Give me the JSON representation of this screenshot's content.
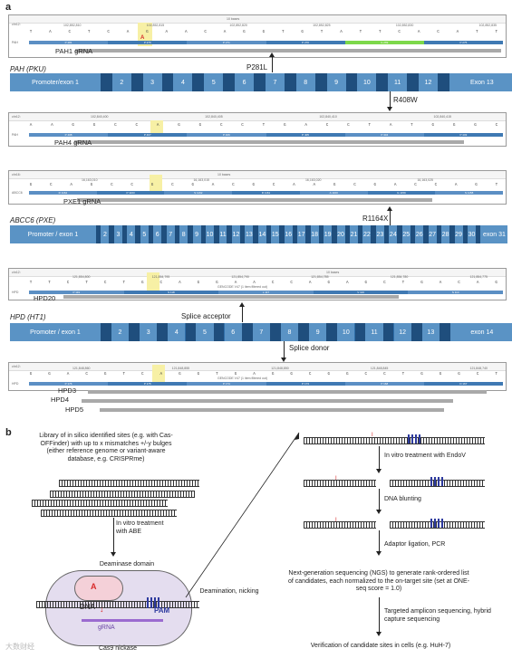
{
  "panel_a": {
    "letter": "a",
    "pah": {
      "gene_name": "PAH (PKU)",
      "exons": [
        "Promoter/exon 1",
        "2",
        "3",
        "4",
        "5",
        "6",
        "7",
        "8",
        "9",
        "10",
        "11",
        "12",
        "Exon 13"
      ],
      "mutation_top": "P281L",
      "mutation_bottom": "R408W",
      "browser1": {
        "chr": "chr12:",
        "sequence": [
          "T",
          "A",
          "C",
          "T",
          "C",
          "A",
          "G",
          "A",
          "A",
          "C",
          "A",
          "G",
          "G",
          "T",
          "G",
          "T",
          "A",
          "T",
          "T",
          "C",
          "A",
          "C",
          "A",
          "T",
          "T"
        ],
        "variant_letter": "A",
        "ticks": [
          "102,852,810",
          "102,852,815",
          "102,852,820",
          "102,852,825",
          "102,852,830",
          "102,852,835"
        ],
        "scale": "10 bases",
        "track": "PAH",
        "codons": [
          "P 281",
          "P 276",
          "P 271",
          "P 270",
          "G 269",
          "P 275"
        ]
      },
      "browser2": {
        "chr": "chr12:",
        "sequence": [
          "A",
          "A",
          "G",
          "G",
          "C",
          "C",
          "A",
          "G",
          "G",
          "C",
          "C",
          "T",
          "G",
          "A",
          "C",
          "C",
          "T",
          "A",
          "T",
          "G",
          "G",
          "G",
          "C"
        ],
        "ticks": [
          "102,840,400",
          "102,840,405",
          "102,840,410",
          "102,840,415"
        ],
        "track": "PAH",
        "codons": [
          "P 408",
          "P 407",
          "P 406",
          "P 405",
          "P 404",
          "P 403"
        ]
      },
      "grna1": "PAH1 gRNA",
      "grna2": "PAH4 gRNA"
    },
    "abcc6": {
      "gene_name": "ABCC6 (PXE)",
      "exons": [
        "Promoter / exon 1",
        "2",
        "3",
        "4",
        "5",
        "6",
        "7",
        "8",
        "9",
        "10",
        "11",
        "12",
        "13",
        "14",
        "15",
        "16",
        "17",
        "18",
        "19",
        "20",
        "21",
        "22",
        "23",
        "24",
        "25",
        "26",
        "27",
        "28",
        "29",
        "30",
        "exon 31"
      ],
      "mutation": "R1164X",
      "browser": {
        "chr": "chr16:",
        "sequence": [
          "G",
          "C",
          "A",
          "G",
          "C",
          "C",
          "G",
          "C",
          "G",
          "A",
          "C",
          "G",
          "C",
          "A",
          "A",
          "G",
          "C",
          "G",
          "A",
          "C",
          "C",
          "A",
          "G",
          "T"
        ],
        "ticks": [
          "16,163,010",
          "16,163,015",
          "16,163,020",
          "16,163,025"
        ],
        "scale": "10 bases",
        "track": "ABCC6",
        "codons": [
          "R 1164",
          "P 1163",
          "S 1162",
          "R 1161",
          "A 1160",
          "G 1159",
          "S 1158"
        ]
      },
      "grna": "PXE1 gRNA"
    },
    "hpd": {
      "gene_name": "HPD (HT1)",
      "exons": [
        "Promoter / exon 1",
        "2",
        "3",
        "4",
        "5",
        "6",
        "7",
        "8",
        "9",
        "10",
        "11",
        "12",
        "13",
        "exon 14"
      ],
      "splice_acceptor": "Splice acceptor",
      "splice_donor": "Splice donor",
      "browser1": {
        "chr": "chr12:",
        "sequence": [
          "T",
          "T",
          "C",
          "T",
          "C",
          "T",
          "G",
          "C",
          "A",
          "G",
          "G",
          "A",
          "A",
          "C",
          "C",
          "A",
          "G",
          "A",
          "G",
          "C",
          "T",
          "G",
          "A",
          "C",
          "A",
          "G"
        ],
        "ticks": [
          "121,854,800",
          "121,854,795",
          "121,854,790",
          "121,854,785",
          "121,854,780",
          "121,854,775"
        ],
        "scale": "10 bases",
        "subtitle": "GENCODE V47 (1 item filtered out)",
        "track": "HPD",
        "codons": [
          "P 119",
          "S 118",
          "L 117",
          "V 116",
          "S 114"
        ]
      },
      "grna1": "HPD20",
      "browser2": {
        "chr": "chr12:",
        "sequence": [
          "G",
          "G",
          "A",
          "C",
          "G",
          "T",
          "C",
          "A",
          "G",
          "G",
          "T",
          "G",
          "A",
          "G",
          "G",
          "C",
          "G",
          "G",
          "C",
          "C",
          "T",
          "G",
          "G",
          "G",
          "C",
          "T"
        ],
        "ticks": [
          "121,848,860",
          "121,848,855",
          "121,848,850",
          "121,848,845",
          "121,848,740"
        ],
        "subtitle": "GENCODE V47 (1 item filtered out)",
        "track": "HPD",
        "codons": [
          "P 176",
          "P 175",
          "P 174",
          "P 173",
          "P 168",
          "D 167"
        ]
      },
      "grnas2": [
        "HPD3",
        "HPD4",
        "HPD5"
      ]
    }
  },
  "panel_b": {
    "letter": "b",
    "library_text": "Library of in silico identified sites (e.g. with Cas-OFFinder) with up to x mismatches +/-y bulges (either reference genome or variant-aware database, e.g. CRISPRme)",
    "in_vitro_abe": "In vitro treatment with ABE",
    "deaminase": "Deaminase domain",
    "a_label": "A",
    "dna_label": "DNA",
    "pam_label": "PAM",
    "grna_label": "gRNA",
    "cas9_label": "Cas9 nickase",
    "deamination": "Deamination, nicking",
    "endov": "In vitro treatment with EndoV",
    "blunting": "DNA blunting",
    "adaptor": "Adaptor ligation, PCR",
    "ngs": "Next-generation sequencing (NGS) to generate rank-ordered list of candidates, each normalized to the on-target site (set at ONE-seq score = 1.0)",
    "targeted": "Targeted amplicon sequencing, hybrid capture sequencing",
    "verification": "Verification of candidate sites in cells (e.g. HuH-7)",
    "watermark": "大数财经"
  },
  "colors": {
    "exon": "#5a93c5",
    "gene_dark": "#1f4e7d",
    "highlight": "#f7f0a5",
    "grna": "#a9a9a9",
    "green": "#7dd84a",
    "pam": "#2d3a9e",
    "mutation_red": "#d82b2b"
  }
}
